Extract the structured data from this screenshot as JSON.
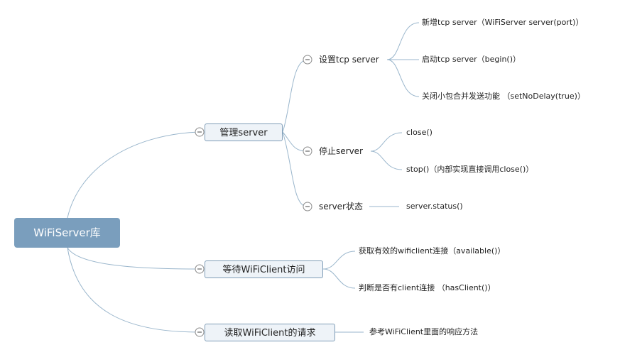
{
  "root": {
    "label": "WiFiServer库"
  },
  "branches": [
    {
      "label": "管理server",
      "children": [
        {
          "label": "设置tcp server",
          "children": [
            "新增tcp server（WiFiServer server(port)）",
            "启动tcp server（begin()）",
            "关闭小包合并发送功能 （setNoDelay(true)）"
          ]
        },
        {
          "label": "停止server",
          "children": [
            "close()",
            "stop()（内部实现直接调用close()）"
          ]
        },
        {
          "label": "server状态",
          "children": [
            "server.status()"
          ]
        }
      ]
    },
    {
      "label": "等待WiFiClient访问",
      "children": [
        "获取有效的wificlient连接（available()）",
        "判断是否有client连接 （hasClient()）"
      ]
    },
    {
      "label": "读取WiFiClient的请求",
      "children": [
        "参考WiFiClient里面的响应方法"
      ]
    }
  ],
  "colors": {
    "root_fill": "#7a9ebd",
    "node_fill": "#eef3f8",
    "node_border": "#7f9db7",
    "connector": "#9ab6cc"
  },
  "icons": {
    "collapse": "minus-circle-icon"
  }
}
